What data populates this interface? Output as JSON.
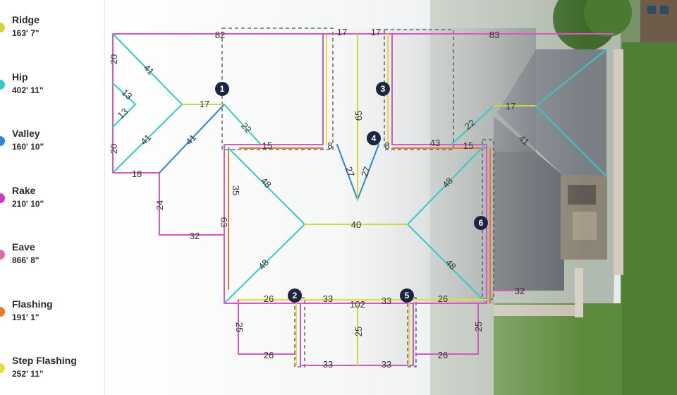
{
  "legend": [
    {
      "name": "Ridge",
      "value": "163' 7\"",
      "color": "#cfd63a"
    },
    {
      "name": "Hip",
      "value": "402' 11\"",
      "color": "#36c9c6"
    },
    {
      "name": "Valley",
      "value": "160' 10\"",
      "color": "#2d86d8"
    },
    {
      "name": "Rake",
      "value": "210' 10\"",
      "color": "#c93bd0"
    },
    {
      "name": "Eave",
      "value": "866' 8\"",
      "color": "#e26aa6"
    },
    {
      "name": "Flashing",
      "value": "191' 1\"",
      "color": "#e87a2a"
    },
    {
      "name": "Step Flashing",
      "value": "252' 11\"",
      "color": "#e3de3c"
    }
  ],
  "measurements": {
    "top_left_eave": "82",
    "top_gable_left": "17",
    "top_gable_right": "17",
    "top_right_eave": "83",
    "left_upper_rake": "20",
    "left_lower_rake": "20",
    "left_hip_upper": "41",
    "left_hip_lower": "41",
    "left_small_upper": "13",
    "left_small_lower": "13",
    "left_ridge": "17",
    "left_valley": "41",
    "left_bottom": "18",
    "center_upper_hip": "22",
    "flash_left": "15",
    "flash_mid_left": "8",
    "valley_center_left": "27",
    "valley_center_right": "27",
    "center_ridge_vertical": "65",
    "flash_mid_right": "8",
    "flash_right_43": "43",
    "flash_right_15": "15",
    "right_upper_hip": "22",
    "right_ridge": "17",
    "right_hip_41": "41",
    "left_wall_24": "24",
    "left_wall_32": "32",
    "rake_35": "35",
    "rake_63": "63",
    "main_hip_ul": "48",
    "main_hip_ll": "48",
    "main_hip_ur": "48",
    "main_hip_lr": "48",
    "main_ridge": "40",
    "porch_top_left": "26",
    "porch_top_33a": "33",
    "porch_top_33b": "33",
    "porch_top_right": "26",
    "porch_102": "102",
    "porch_left_25": "25",
    "porch_mid_25": "25",
    "porch_right_25": "25",
    "porch_bottom_left": "26",
    "porch_bottom_33a": "33",
    "porch_bottom_33b": "33",
    "porch_bottom_right": "26",
    "right_32": "32"
  },
  "badges": [
    "1",
    "2",
    "3",
    "4",
    "5",
    "6"
  ]
}
